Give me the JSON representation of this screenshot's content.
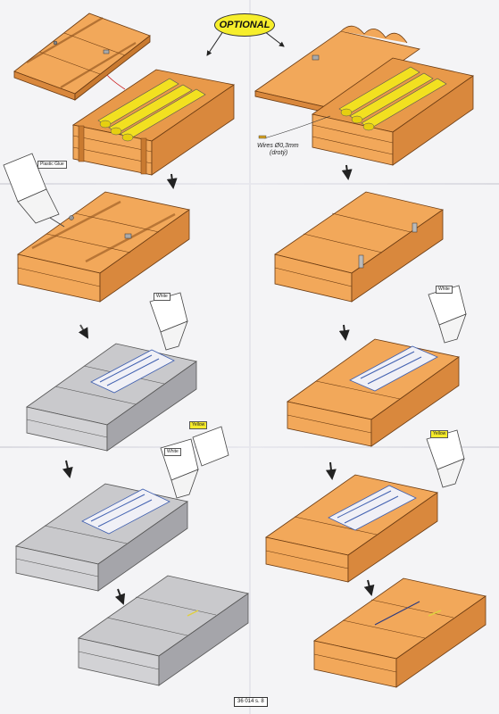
{
  "header": {
    "optional_label": "OPTIONAL"
  },
  "labels": {
    "plastic_glue": "Plastic Glue",
    "white_1": "White",
    "white_2": "White",
    "white_3": "White",
    "yellow_1": "Yellow",
    "yellow_2": "Yellow",
    "wires_line1": "Wires Ø0,3mm",
    "wires_line2": "(drotý)"
  },
  "footer": {
    "page_number": "36 014 s. 8"
  },
  "colors": {
    "wood": "#f2a85a",
    "wood_dark": "#d9883d",
    "grey": "#c9c9cc",
    "grey_dark": "#a5a5aa",
    "shell": "#f2e020",
    "optional_bubble": "#f6ee2c"
  },
  "icons": [
    "paint-bottle-icon",
    "step-arrow-icon",
    "crate-illustration"
  ]
}
